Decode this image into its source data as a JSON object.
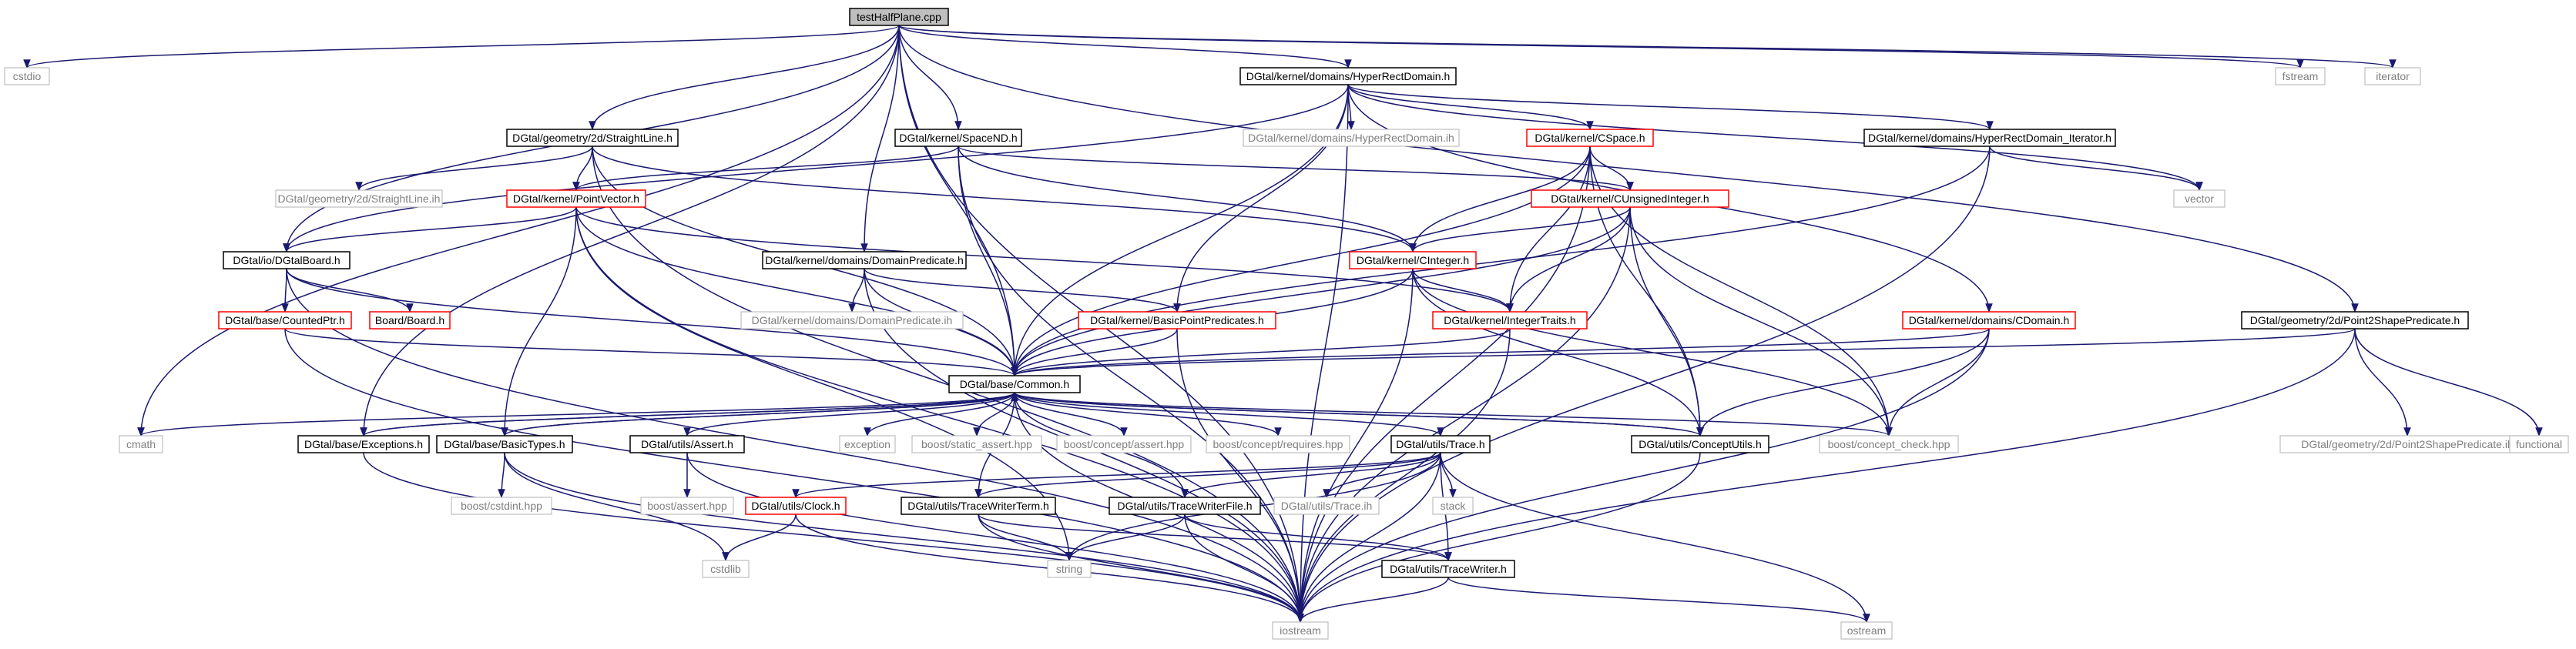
{
  "colors": {
    "edge": "#191970",
    "link_box_border": "#000000",
    "incomplete_box_border": "#ff0000",
    "external_box_border": "#bfbfbf",
    "root_fill": "#bfbfbf"
  },
  "nodes": {
    "root": "testHalfPlane.cpp",
    "cstdio": "cstdio",
    "hyperrect": "DGtal/kernel/domains/HyperRectDomain.h",
    "fstream": "fstream",
    "iterator": "iterator",
    "straightline": "DGtal/geometry/2d/StraightLine.h",
    "spacend": "DGtal/kernel/SpaceND.h",
    "hyperrect_ih": "DGtal/kernel/domains/HyperRectDomain.ih",
    "cspace": "DGtal/kernel/CSpace.h",
    "hyperrect_iter": "DGtal/kernel/domains/HyperRectDomain_Iterator.h",
    "straightline_ih": "DGtal/geometry/2d/StraightLine.ih",
    "pointvector": "DGtal/kernel/PointVector.h",
    "cunsigned": "DGtal/kernel/CUnsignedInteger.h",
    "vector": "vector",
    "dgtalboard": "DGtal/io/DGtalBoard.h",
    "domainpred": "DGtal/kernel/domains/DomainPredicate.h",
    "cinteger": "DGtal/kernel/CInteger.h",
    "countedptr": "DGtal/base/CountedPtr.h",
    "board": "Board/Board.h",
    "domainpred_ih": "DGtal/kernel/domains/DomainPredicate.ih",
    "basicpointpred": "DGtal/kernel/BasicPointPredicates.h",
    "integertraits": "DGtal/kernel/IntegerTraits.h",
    "cdomain": "DGtal/kernel/domains/CDomain.h",
    "point2shape": "DGtal/geometry/2d/Point2ShapePredicate.h",
    "common": "DGtal/base/Common.h",
    "cmath": "cmath",
    "exceptions": "DGtal/base/Exceptions.h",
    "basictypes": "DGtal/base/BasicTypes.h",
    "assert": "DGtal/utils/Assert.h",
    "exception": "exception",
    "static_assert": "boost/static_assert.hpp",
    "concept_assert": "boost/concept/assert.hpp",
    "concept_requires": "boost/concept/requires.hpp",
    "trace": "DGtal/utils/Trace.h",
    "conceptutils": "DGtal/utils/ConceptUtils.h",
    "concept_check": "boost/concept_check.hpp",
    "point2shape_ih": "DGtal/geometry/2d/Point2ShapePredicate.ih",
    "functional": "functional",
    "cstdint": "boost/cstdint.hpp",
    "boost_assert": "boost/assert.hpp",
    "clock": "DGtal/utils/Clock.h",
    "tracewriterterm": "DGtal/utils/TraceWriterTerm.h",
    "tracewriterfile": "DGtal/utils/TraceWriterFile.h",
    "trace_ih": "DGtal/utils/Trace.ih",
    "stack": "stack",
    "cstdlib": "cstdlib",
    "string": "string",
    "tracewriter": "DGtal/utils/TraceWriter.h",
    "iostream": "iostream",
    "ostream": "ostream"
  }
}
